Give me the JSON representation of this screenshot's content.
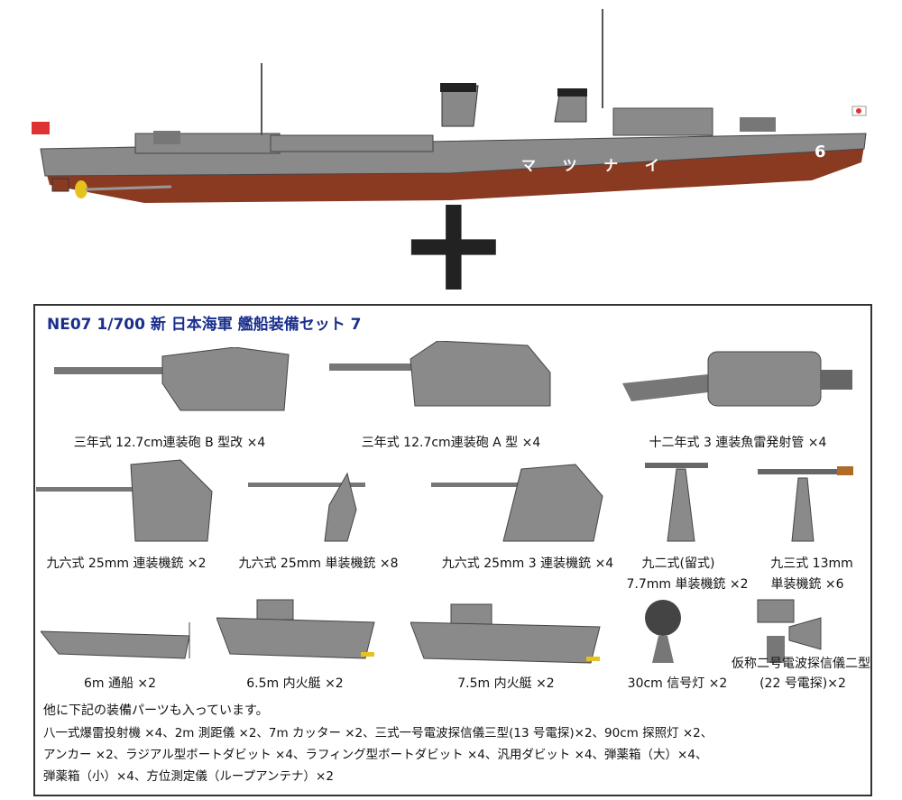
{
  "ship": {
    "hull_text": "マ ツ ナ イ",
    "hull_number": "6"
  },
  "plus_sign": "+",
  "box_title": "NE07 1/700 新 日本海軍 艦船装備セット 7",
  "parts": [
    {
      "label": "三年式 12.7cm連装砲 B 型改 ×4"
    },
    {
      "label": "三年式 12.7cm連装砲 A 型 ×4"
    },
    {
      "label": "十二年式 3 連装魚雷発射管 ×4"
    },
    {
      "label": "九六式 25mm 連装機銃 ×2"
    },
    {
      "label": "九六式 25mm 単装機銃 ×8"
    },
    {
      "label": "九六式 25mm 3 連装機銃 ×4"
    },
    {
      "label": "九二式(留式)",
      "label2": "7.7mm 単装機銃 ×2"
    },
    {
      "label": "九三式 13mm",
      "label2": "単装機銃 ×6"
    },
    {
      "label": "6m 通船 ×2"
    },
    {
      "label": "6.5m 内火艇 ×2"
    },
    {
      "label": "7.5m 内火艇 ×2"
    },
    {
      "label": "30cm 信号灯 ×2"
    },
    {
      "label": "仮称二号電波探信儀二型",
      "label2": "(22 号電探)×2"
    }
  ],
  "notes": [
    "他に下記の装備パーツも入っています。",
    "八一式爆雷投射機 ×4、2m 測距儀 ×2、7m カッター ×2、三式一号電波探信儀三型(13 号電探)×2、90cm 探照灯 ×2、",
    "アンカー ×2、ラジアル型ボートダビット ×4、ラフィング型ボートダビット ×4、汎用ダビット ×4、弾薬箱（大）×4、",
    "弾薬箱（小）×4、方位測定儀（ループアンテナ）×2"
  ],
  "colors": {
    "hull_gray": "#8a8a8a",
    "hull_red": "#8b3a22",
    "title_blue": "#1a2f8c"
  }
}
